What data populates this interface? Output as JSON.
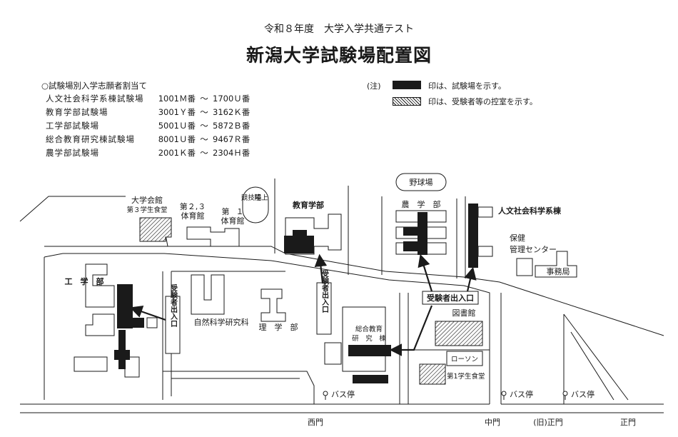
{
  "header": {
    "subtitle": "令和８年度　大学入学共通テスト",
    "title": "新潟大学試験場配置図"
  },
  "assignment": {
    "heading": "○試験場別入学志願者割当て",
    "tilde": "〜",
    "rows": [
      {
        "site": "人文社会科学系棟試験場",
        "from": "1001Ｍ番",
        "to": "1700Ｕ番"
      },
      {
        "site": "教育学部試験場",
        "from": "3001Ｙ番",
        "to": "3162Ｋ番"
      },
      {
        "site": "工学部試験場",
        "from": "5001Ｕ番",
        "to": "5872Ｂ番"
      },
      {
        "site": "総合教育研究棟試験場",
        "from": "8001Ｕ番",
        "to": "9467Ｒ番"
      },
      {
        "site": "農学部試験場",
        "from": "2001Ｋ番",
        "to": "2304Ｈ番"
      }
    ]
  },
  "legend": {
    "note": "(注)",
    "exam_site": "印は、試験場を示す。",
    "waiting_room": "印は、受験者等の控室を示す。"
  },
  "map_labels": {
    "baseball": "野球場",
    "univ_hall_1": "大学会館",
    "univ_hall_2": "第３学生食堂",
    "gym23_1": "第２,３",
    "gym23_2": "体育館",
    "gym1_a": "第",
    "gym1_b": "１",
    "gym1_c": "体育館",
    "track_1": "陸上",
    "track_2": "競技場",
    "education": "教育学部",
    "agriculture": "農　学　部",
    "humanities": "人文社会科学系棟",
    "health_1": "保健",
    "health_2": "管理センター",
    "office": "事務局",
    "engineering": "工　学　部",
    "natural_sci": "自然科学研究科",
    "eng_bldg": "理　学　部",
    "library": "図書館",
    "lawson": "ローソン",
    "cafeteria1": "第1学生食堂",
    "general_1": "総合教育",
    "general_2": "研　究　棟",
    "entrance_left": "受験者出入口",
    "entrance_mid": "受験者出入口",
    "entrance_right": "受験者出入口",
    "bus1": "バス停",
    "bus2": "バス停",
    "bus3": "バス停",
    "gate_west": "西門",
    "gate_middle": "中門",
    "gate_old": "(旧)正門",
    "gate_main": "正門"
  }
}
